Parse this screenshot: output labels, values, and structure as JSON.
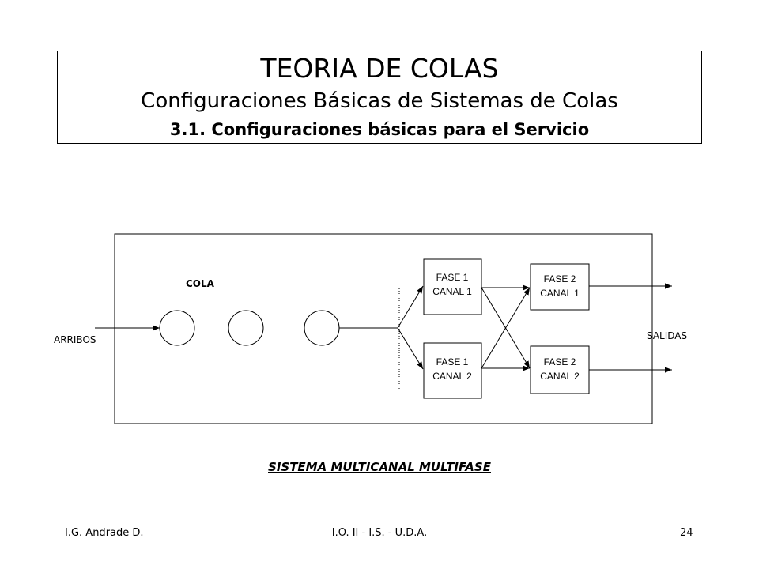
{
  "header": {
    "title": "TEORIA DE COLAS",
    "subtitle": "Configuraciones Básicas de Sistemas de Colas",
    "section": "3.1. Configuraciones básicas para el Servicio"
  },
  "diagram": {
    "queue_label": "COLA",
    "arrivals_label": "ARRIBOS",
    "exits_label": "SALIDAS",
    "phase1": {
      "channel1": {
        "phase": "FASE 1",
        "channel": "CANAL 1"
      },
      "channel2": {
        "phase": "FASE 1",
        "channel": "CANAL 2"
      }
    },
    "phase2": {
      "channel1": {
        "phase": "FASE 2",
        "channel": "CANAL 1"
      },
      "channel2": {
        "phase": "FASE 2",
        "channel": "CANAL 2"
      }
    }
  },
  "caption": "SISTEMA MULTICANAL MULTIFASE",
  "footer": {
    "author": "I.G. Andrade D.",
    "course": "I.O. II - I.S. - U.D.A.",
    "page": "24"
  }
}
